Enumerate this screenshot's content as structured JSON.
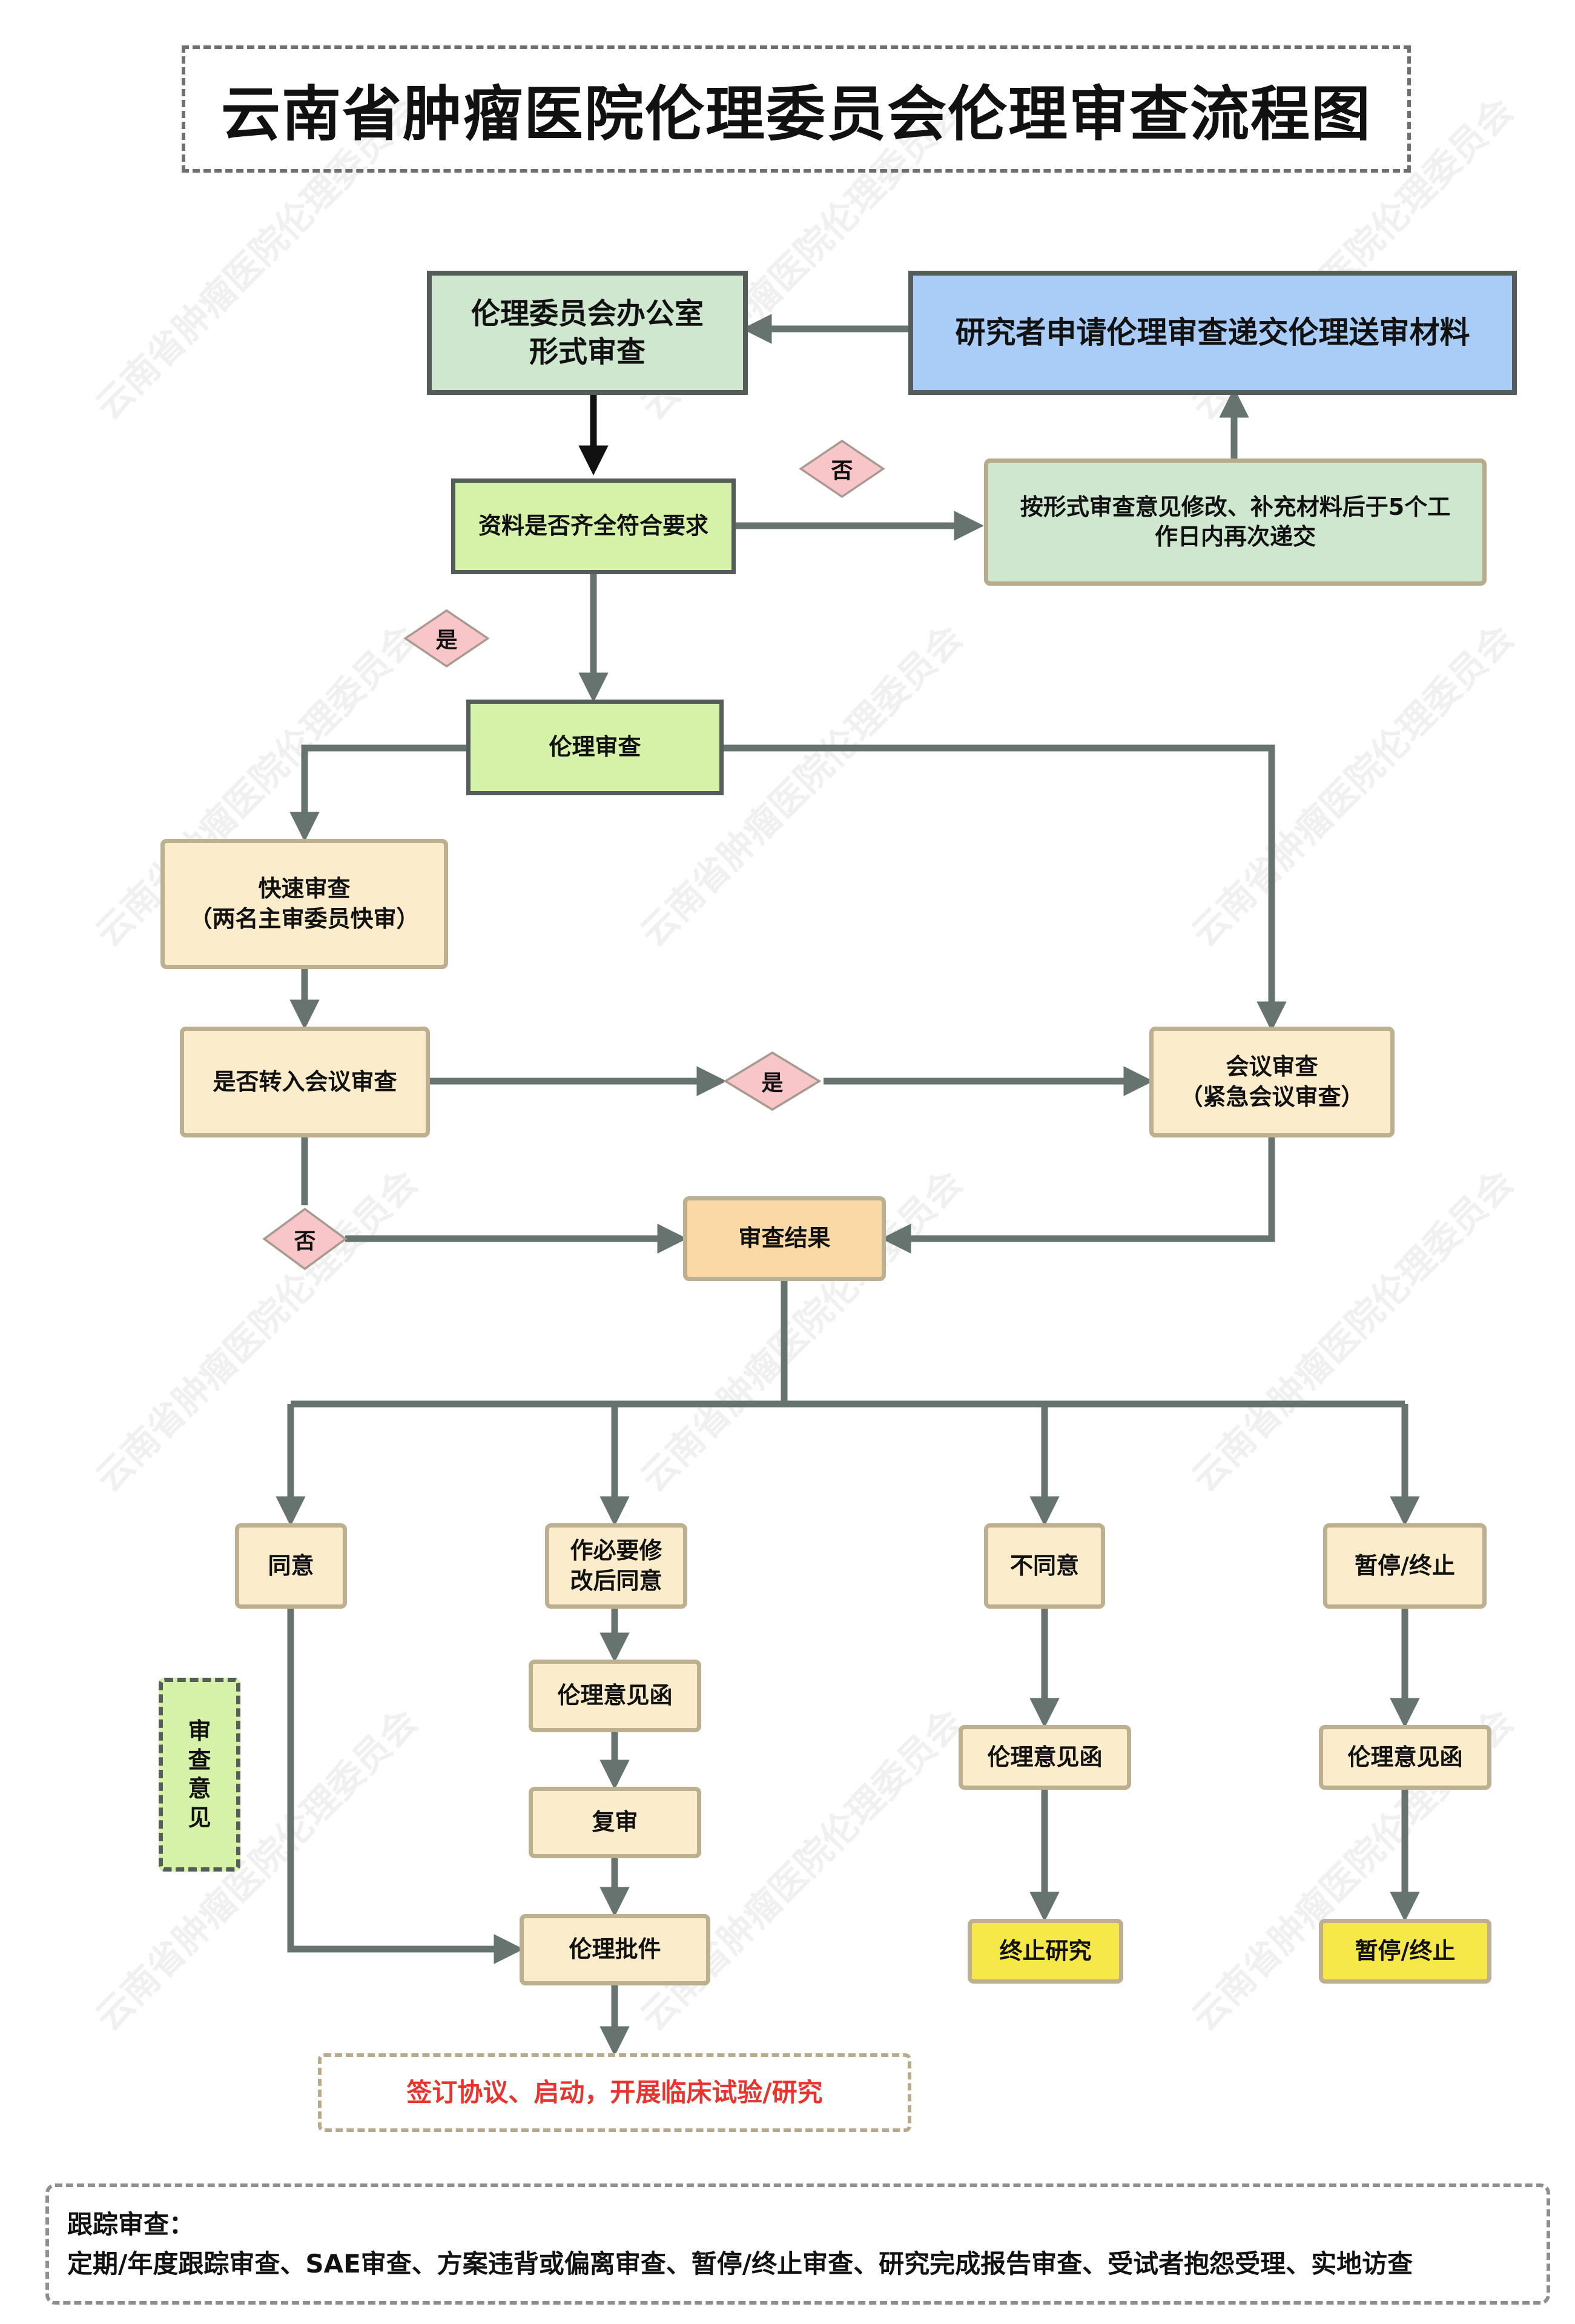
{
  "title": "云南省肿瘤医院伦理委员会伦理审查流程图",
  "watermark": "云南省肿瘤医院伦理委员会",
  "colors": {
    "line": "#67736f",
    "green_dark": "#cfe6cf",
    "blue": "#a9cdf7",
    "green_light": "#d6f2a8",
    "cream": "#fbeccb",
    "peach": "#fbd9a6",
    "yellow": "#f7e84a",
    "diamond": "#f8c6c8",
    "red_text": "#e8332e"
  },
  "nodes": {
    "office": [
      "伦理委员会办公室",
      "形式审查"
    ],
    "researcher": "研究者申请伦理审查递交伦理送审材料",
    "complete_check": "资料是否齐全符合要求",
    "resubmit": [
      "按形式审查意见修改、补充材料后于5个工",
      "作日内再次递交"
    ],
    "ethics_review": "伦理审查",
    "fast_review": [
      "快速审查",
      "（两名主审委员快审）"
    ],
    "transfer_check": "是否转入会议审查",
    "meeting_review": [
      "会议审查",
      "（紧急会议审查）"
    ],
    "result": "审查结果",
    "agree": "同意",
    "modify_agree": [
      "作必要修",
      "改后同意"
    ],
    "disagree": "不同意",
    "suspend": "暂停/终止",
    "opinion_letter_1": "伦理意见函",
    "review_again": "复审",
    "approval": "伦理批件",
    "opinion_letter_2": "伦理意见函",
    "opinion_letter_3": "伦理意见函",
    "terminate_study": "终止研究",
    "suspend_end": "暂停/终止",
    "final": "签订协议、启动，开展临床试验/研究",
    "vertical_label": [
      "审",
      "查",
      "意",
      "见"
    ]
  },
  "decisions": {
    "no_top": "否",
    "yes_left": "是",
    "yes_mid": "是",
    "no_bottom": "否"
  },
  "tracking": {
    "heading": "跟踪审查：",
    "text": "定期/年度跟踪审查、SAE审查、方案违背或偏离审查、暂停/终止审查、研究完成报告审查、受试者抱怨受理、实地访查"
  }
}
